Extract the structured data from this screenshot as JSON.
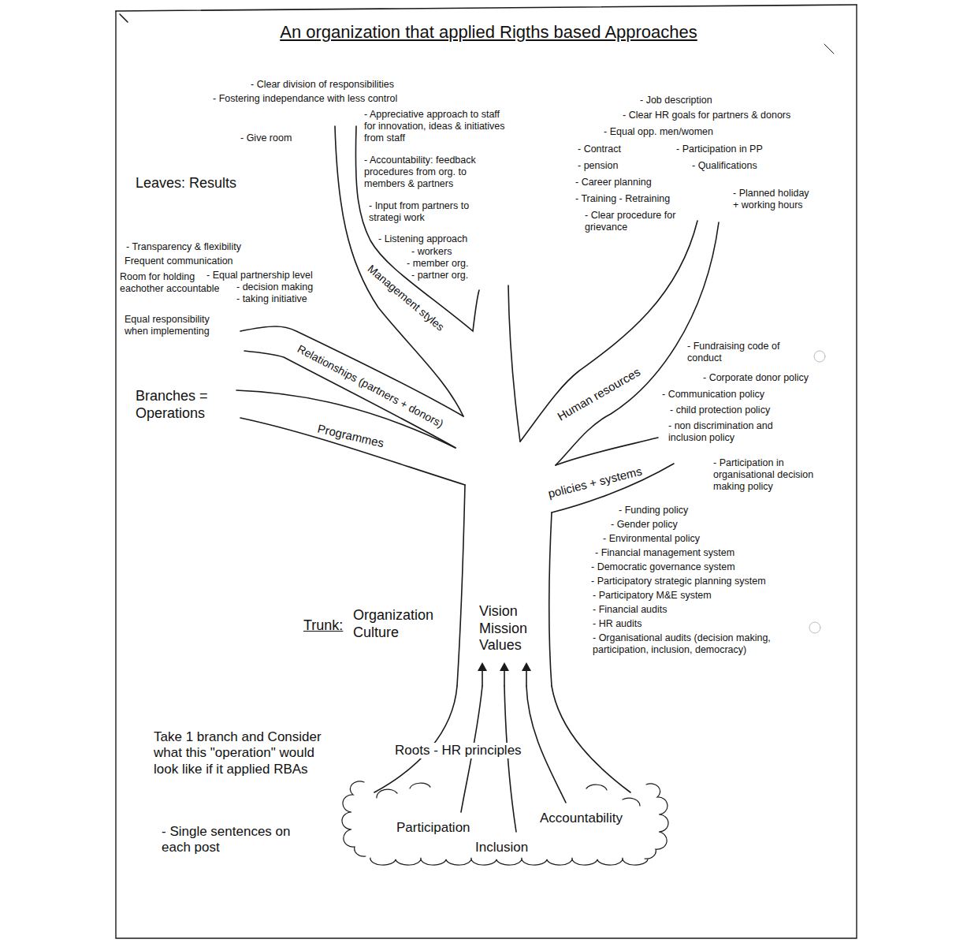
{
  "diagram": {
    "title": "An organization that applied Rigths based Approaches",
    "labels": [
      "- Clear division of responsibilities",
      "- Fostering independance with less control",
      "- Appreciative approach to staff for innovation, ideas & initiatives from staff",
      "- Give room",
      "- Accountability: feedback procedures from org. to members & partners",
      "- Input from partners to strategi work",
      "- Listening approach",
      "- workers",
      "- member org.",
      "- partner org.",
      "Leaves: Results",
      "- Job description",
      "- Clear HR goals for partners & donors",
      "- Equal opp. men/women",
      "- Contract",
      "- Participation in PP",
      "- pension",
      "- Qualifications",
      "- Career planning",
      "- Training - Retraining",
      "- Planned holiday + working hours",
      "- Clear procedure for grievance",
      "- Transparency & flexibility",
      "Frequent communication",
      "- Equal partnership level",
      "Room for holding eachother accountable",
      "- decision making",
      "- taking initiative",
      "Equal responsibility when implementing",
      "Management styles",
      "Relationships (partners + donors)",
      "Human resources",
      "- Fundraising code of conduct",
      "- Corporate donor policy",
      "- Communication policy",
      "- child protection policy",
      "- non discrimination and inclusion policy",
      "Branches = Operations",
      "Programmes",
      "policies + systems",
      "- Participation in organisational decision making policy",
      "- Funding policy",
      "- Gender policy",
      "- Environmental policy",
      "- Financial management system",
      "- Democratic governance system",
      "- Participatory strategic planning system",
      "- Participatory M&E system",
      "- Financial audits",
      "- HR audits",
      "- Organisational audits (decision making, participation, inclusion, democracy)",
      "Trunk:",
      "Organization Culture",
      "Vision Mission Values",
      "Take 1 branch and Consider what this \"operation\" would look like if it applied RBAs",
      "Roots - HR principles",
      "- Single sentences on each post",
      "Participation",
      "Inclusion",
      "Accountability"
    ]
  }
}
